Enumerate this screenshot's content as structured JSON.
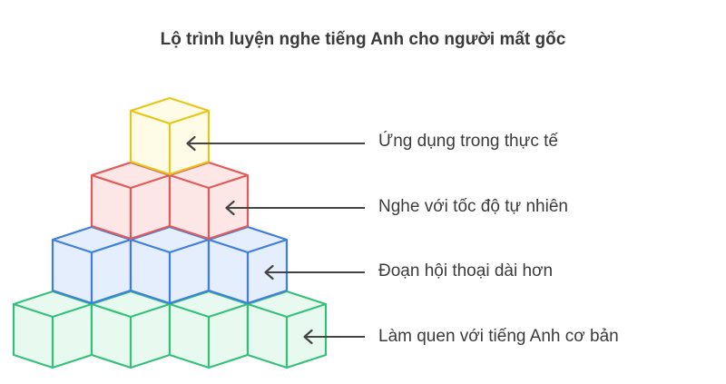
{
  "title": "Lộ trình luyện nghe tiếng Anh cho người mất gốc",
  "levels": [
    {
      "label": "Ứng dụng trong thực tế",
      "cubes": 1,
      "stroke": "#e5c619",
      "fill": "#fefbe6"
    },
    {
      "label": "Nghe với tốc độ tự nhiên",
      "cubes": 2,
      "stroke": "#e05a5a",
      "fill": "#fde6e6"
    },
    {
      "label": "Đoạn hội thoại dài hơn",
      "cubes": 3,
      "stroke": "#3f7de0",
      "fill": "#e4eefd"
    },
    {
      "label": "Làm quen với tiếng Anh cơ bản",
      "cubes": 4,
      "stroke": "#35c07a",
      "fill": "#e8f9f0"
    }
  ],
  "arrow_color": "#444444"
}
